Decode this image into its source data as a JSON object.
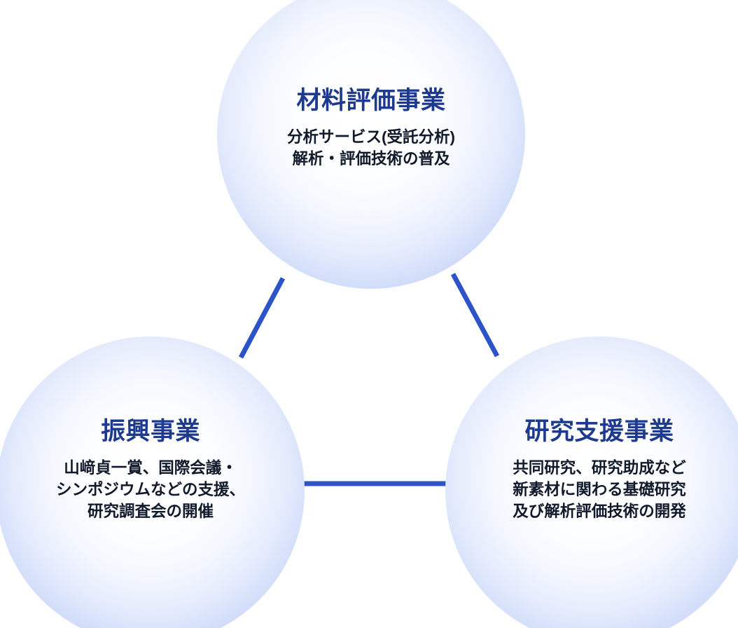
{
  "theme": {
    "background": "#ffffff",
    "title_color": "#1d3a8f",
    "body_text_color": "#111a2b",
    "connector_color": "#2c54c8",
    "bubble_center_color": "#ffffff",
    "bubble_edge_color": "#a5b9f4"
  },
  "diagram": {
    "type": "three-circle-relationship",
    "nodes": [
      {
        "id": "material-evaluation",
        "position": "top",
        "title": "材料評価事業",
        "description_lines": [
          "分析サービス(受託分析)",
          "解析・評価技術の普及"
        ]
      },
      {
        "id": "promotion",
        "position": "bottom-left",
        "title": "振興事業",
        "description_lines": [
          "山﨑貞一賞、国際会議・",
          "シンポジウムなどの支援、",
          "研究調査会の開催"
        ]
      },
      {
        "id": "research-support",
        "position": "bottom-right",
        "title": "研究支援事業",
        "description_lines": [
          "共同研究、研究助成など",
          "新素材に関わる基礎研究",
          "及び解析評価技術の開発"
        ]
      }
    ],
    "connectors": [
      {
        "id": "top-to-left",
        "from": "material-evaluation",
        "to": "promotion"
      },
      {
        "id": "top-to-right",
        "from": "material-evaluation",
        "to": "research-support"
      },
      {
        "id": "left-to-right",
        "from": "promotion",
        "to": "research-support"
      }
    ]
  }
}
